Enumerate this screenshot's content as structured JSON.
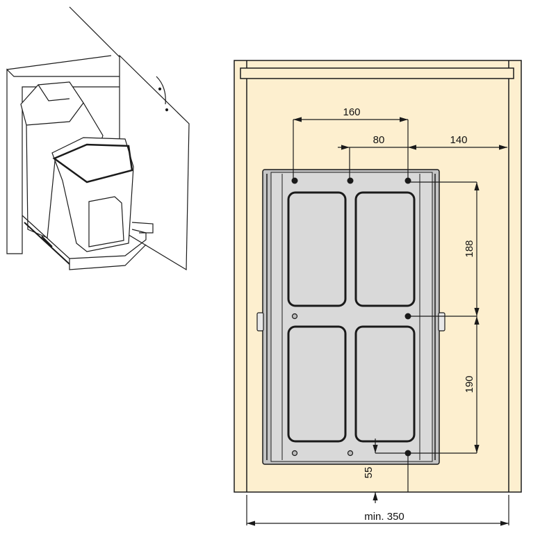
{
  "colors": {
    "cabinet": "#fdefcf",
    "plate": "#d9d9d9",
    "line": "#1a1a1a"
  },
  "dimensions": {
    "hole_spacing_outer": "160",
    "hole_spacing_inner": "80",
    "side_offset": "140",
    "vertical_upper": "188",
    "vertical_lower": "190",
    "bottom_offset": "55",
    "min_width": "min. 350"
  }
}
